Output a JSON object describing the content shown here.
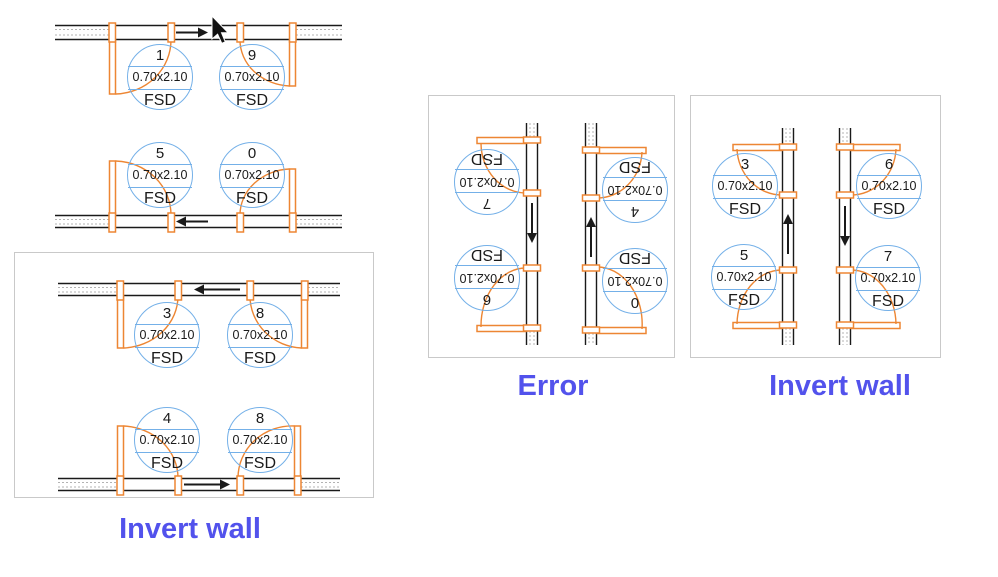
{
  "labels": {
    "box_bottom_left": "Invert wall",
    "box_middle": "Error",
    "box_right": "Invert wall"
  },
  "doors": [
    {
      "num": "1",
      "size": "0.70x2.10",
      "type": "FSD"
    },
    {
      "num": "9",
      "size": "0.70x2.10",
      "type": "FSD"
    },
    {
      "num": "5",
      "size": "0.70x2.10",
      "type": "FSD"
    },
    {
      "num": "0",
      "size": "0.70x2.10",
      "type": "FSD"
    },
    {
      "num": "3",
      "size": "0.70x2.10",
      "type": "FSD"
    },
    {
      "num": "8",
      "size": "0.70x2.10",
      "type": "FSD"
    },
    {
      "num": "4",
      "size": "0.70x2.10",
      "type": "FSD"
    },
    {
      "num": "8",
      "size": "0.70x2.10",
      "type": "FSD"
    },
    {
      "num": "7",
      "size": "0.70x2.10",
      "type": "FSD"
    },
    {
      "num": "4",
      "size": "0.70x2.10",
      "type": "FSD"
    },
    {
      "num": "6",
      "size": "0.70x2.10",
      "type": "FSD"
    },
    {
      "num": "0",
      "size": "0.70x2.10",
      "type": "FSD"
    },
    {
      "num": "3",
      "size": "0.70x2.10",
      "type": "FSD"
    },
    {
      "num": "6",
      "size": "0.70x2.10",
      "type": "FSD"
    },
    {
      "num": "5",
      "size": "0.70x2.10",
      "type": "FSD"
    },
    {
      "num": "7",
      "size": "0.70x2.10",
      "type": "FSD"
    }
  ],
  "colors": {
    "door_frame_orange": "#ED8633",
    "tag_circle_blue": "#74B0E8",
    "caption_blue": "#5252EC",
    "wall_black": "#1A1A1A",
    "box_border_gray": "#C9C9C9"
  }
}
